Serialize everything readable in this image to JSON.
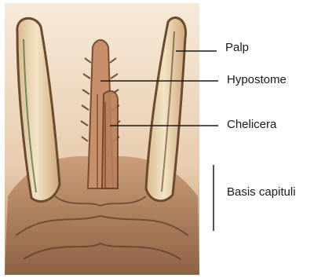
{
  "labels": {
    "palp": "Palp",
    "hypostome": "Hypostome",
    "chelicera": "Chelicera",
    "basis_capituli": "Basis capituli"
  },
  "colors": {
    "background": "#ffffff",
    "specimen_tissue": "#c89a72",
    "palp_fill": "#ecd9b2",
    "dark_edge": "#6b4a2e",
    "line": "#1a1a1a"
  }
}
